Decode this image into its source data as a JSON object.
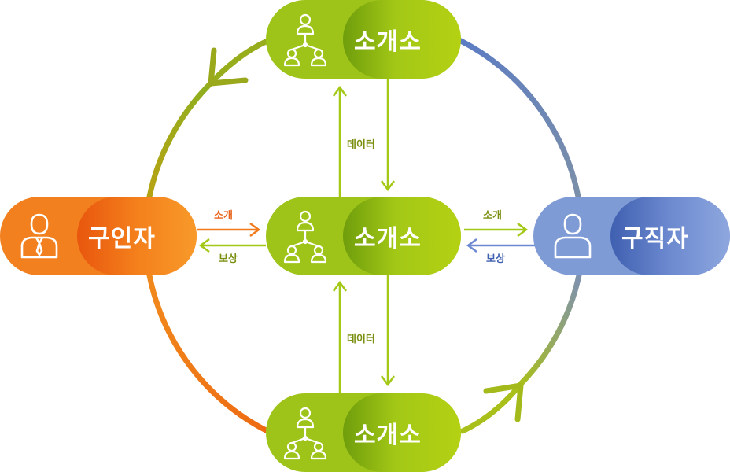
{
  "nodes": {
    "center": {
      "label": "소개소"
    },
    "top": {
      "label": "소개소"
    },
    "bottom": {
      "label": "소개소"
    },
    "employer": {
      "label": "구인자"
    },
    "seeker": {
      "label": "구직자"
    }
  },
  "edges": {
    "employer_to_center": "소개",
    "center_to_employer": "보상",
    "center_to_seeker": "소개",
    "seeker_to_center": "보상",
    "top_data": "데이터",
    "bottom_data": "데이터"
  },
  "icons": {
    "agency": "network-people-icon",
    "employer": "person-tie-icon",
    "seeker": "person-icon"
  },
  "colors": {
    "green": "#a3c816",
    "dark_green": "#6f9d0c",
    "orange": "#f2801e",
    "blue": "#6d8ad0",
    "olive": "#a9a218"
  }
}
